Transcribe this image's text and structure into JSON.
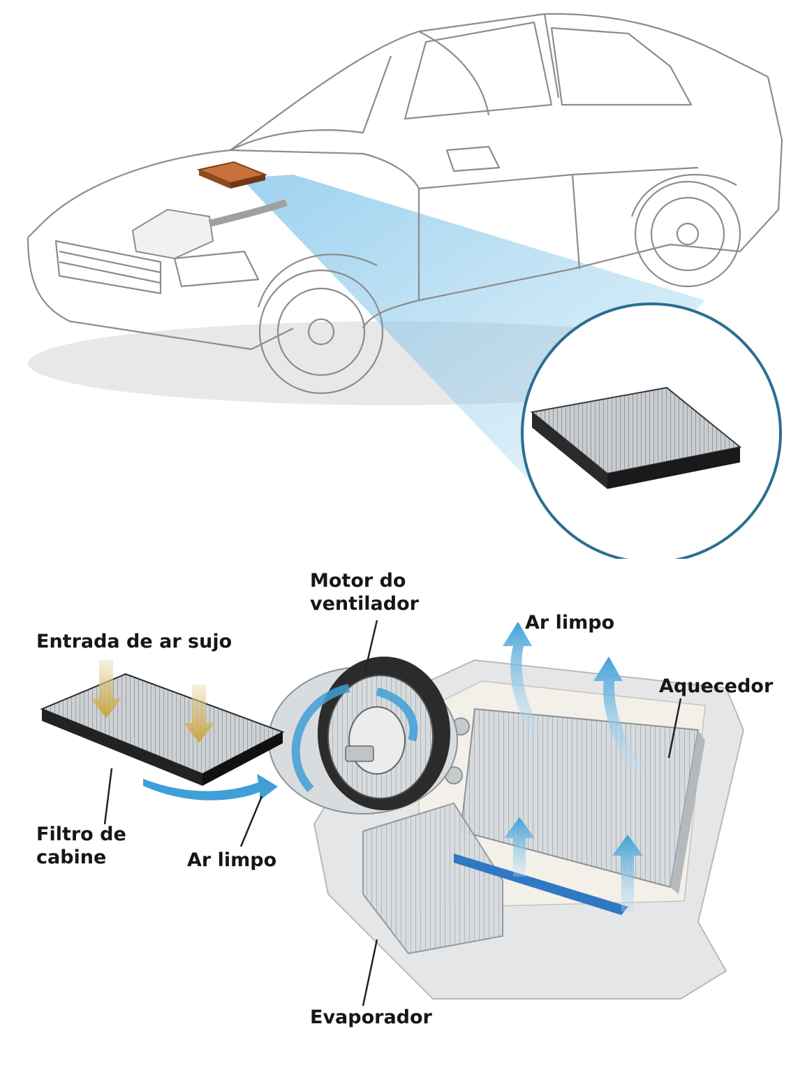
{
  "labels": {
    "motor_line1": "Motor do",
    "motor_line2": "ventilador",
    "ar_limpo_top": "Ar limpo",
    "entrada": "Entrada de ar sujo",
    "aquecedor": "Aquecedor",
    "filtro_line1": "Filtro de",
    "filtro_line2": "cabine",
    "ar_limpo_bottom": "Ar limpo",
    "evaporador": "Evaporador"
  },
  "colors": {
    "car_outline": "#8c8c8c",
    "callout_ring": "#2b6e92",
    "light_beam": "#7ec3ea",
    "filter_highlight": "#c8703a",
    "airflow_arrow": "#3f9fd6",
    "dirty_air_arrow": "#c9a23a",
    "label_text": "#161616"
  },
  "icons": [
    "car-illustration",
    "cabin-filter-icon",
    "blower-motor-icon",
    "heater-core-icon",
    "evaporator-icon",
    "airflow-arrow-icon"
  ]
}
